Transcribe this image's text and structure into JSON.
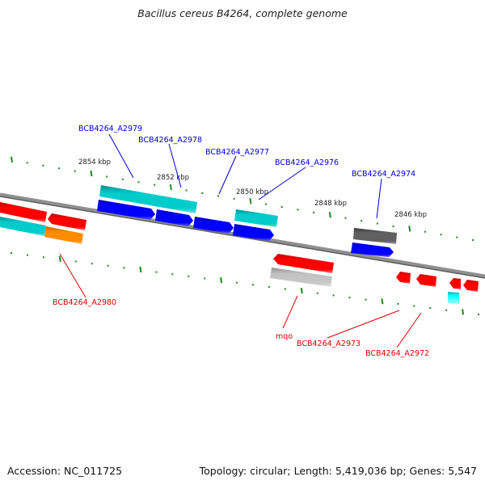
{
  "title": "Bacillus cereus B4264, complete genome",
  "footer": {
    "accession": "Accession: NC_011725",
    "summary": "Topology: circular; Length: 5,419,036 bp; Genes: 5,547"
  },
  "colors": {
    "backbone": "#808080",
    "tick": "#1a8a1a",
    "label_upper": "#0000cc",
    "label_lower": "#dd0000",
    "red": "#ff0000",
    "blue": "#0000ff",
    "cyan": "#00cccc",
    "orange": "#ff8c00",
    "dark_gray": "#606060",
    "light_gray": "#c0c0c0",
    "bright_cyan": "#00ffff"
  },
  "scale_labels": [
    "2854 kbp",
    "2852 kbp",
    "2850 kbp",
    "2848 kbp",
    "2846 kbp"
  ],
  "gene_labels_upper": [
    "BCB4264_A2979",
    "BCB4264_A2978",
    "BCB4264_A2977",
    "BCB4264_A2976",
    "BCB4264_A2974"
  ],
  "gene_labels_lower": [
    "BCB4264_A2980",
    "mqo",
    "BCB4264_A2973",
    "BCB4264_A2972"
  ]
}
